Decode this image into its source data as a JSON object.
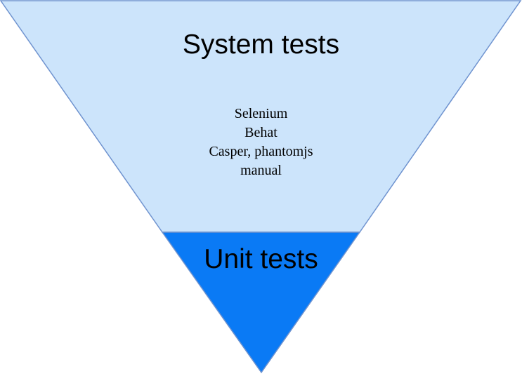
{
  "system_layer": {
    "title": "System tests",
    "tools": [
      "Selenium",
      "Behat",
      "Casper, phantomjs",
      "manual"
    ],
    "fill_color": "#cce4fb"
  },
  "unit_layer": {
    "title": "Unit tests",
    "fill_color": "#0a7af5"
  },
  "outline_color": "#6f93cf"
}
